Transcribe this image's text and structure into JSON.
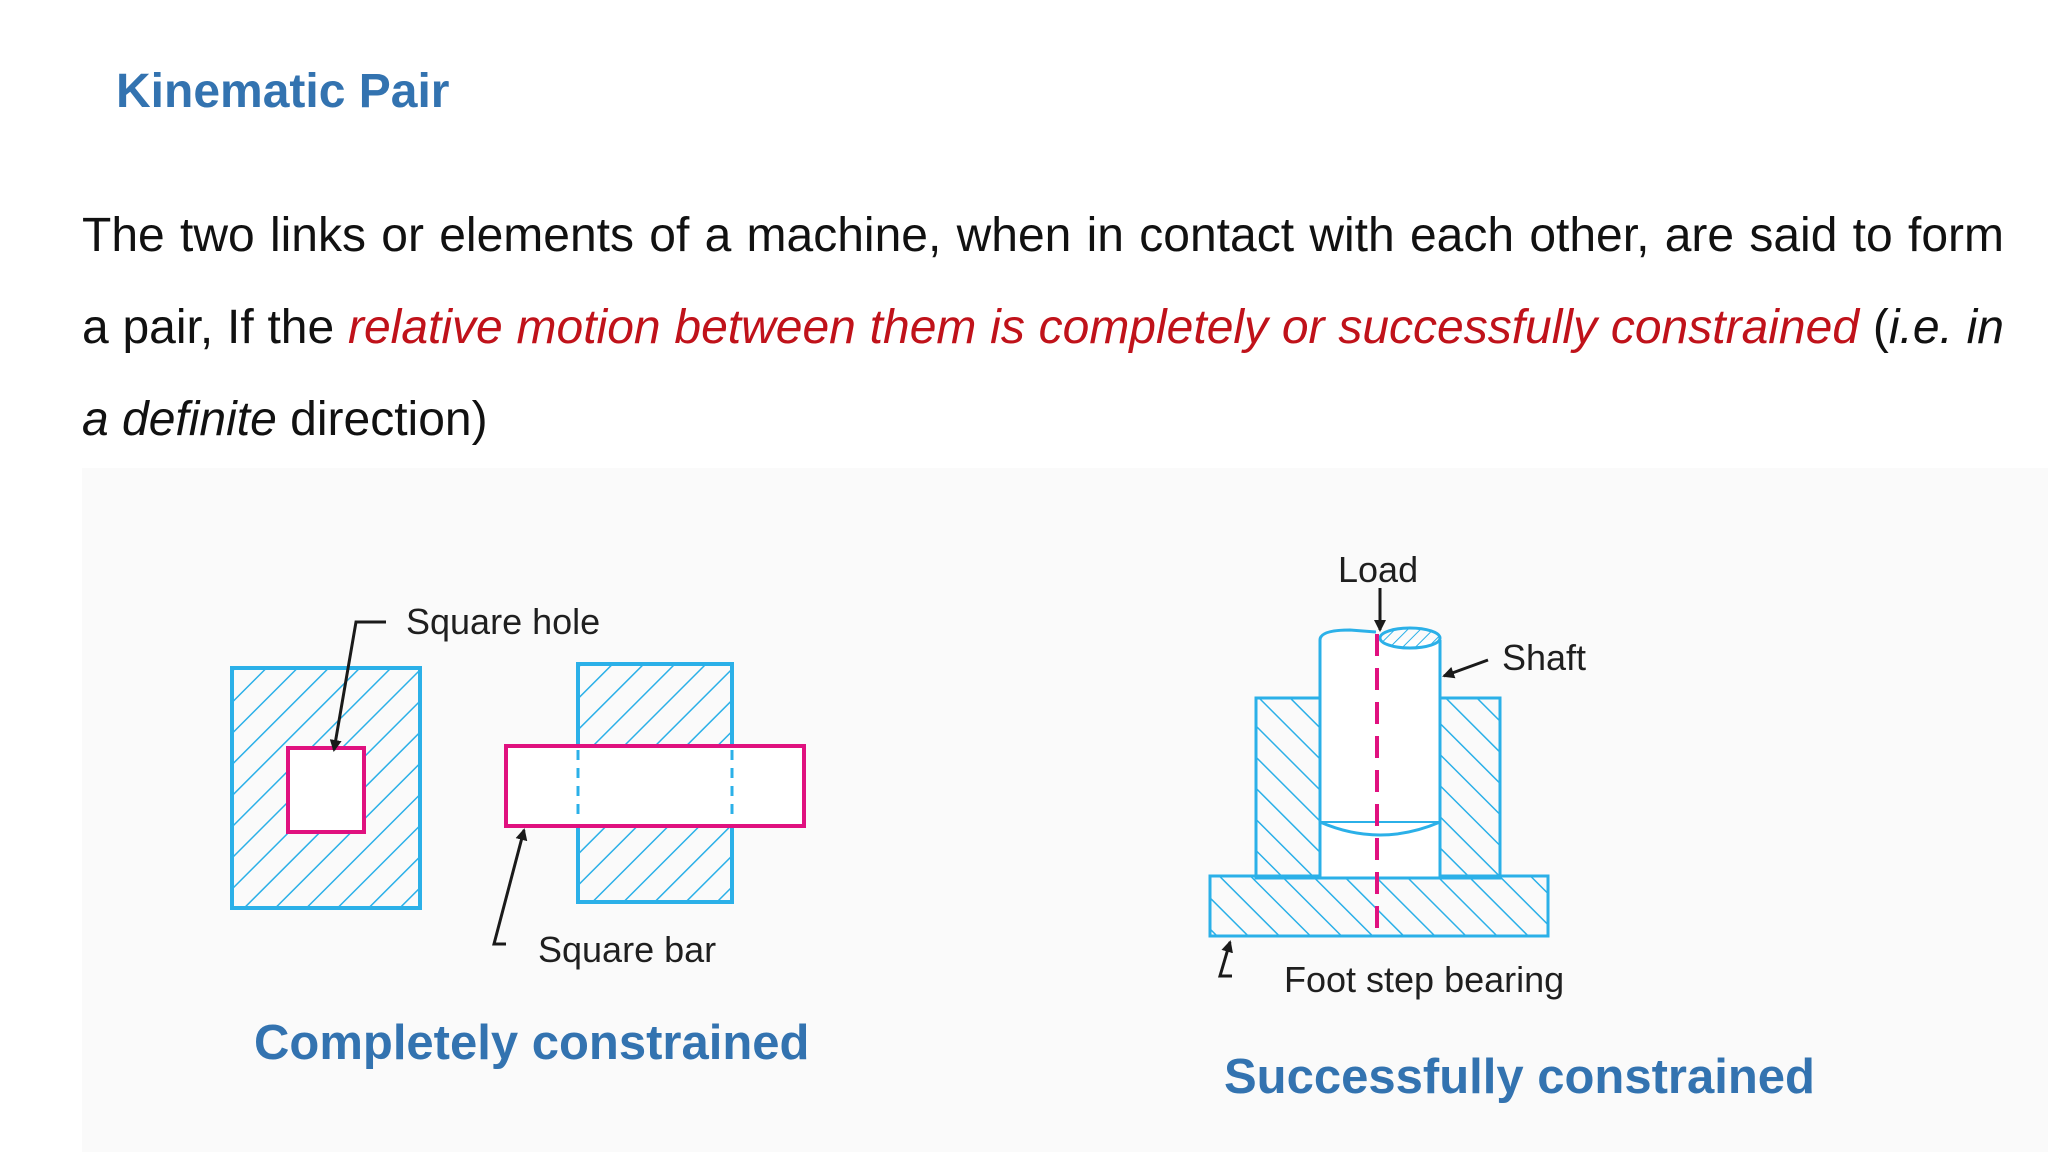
{
  "slide": {
    "title": "Kinematic Pair",
    "paragraph": {
      "text_1": "The two links or elements of a machine, when in contact with each other, are said to form a pair, If the ",
      "red_1": "relative motion between them is completely or successfully constrained",
      "text_2": " (",
      "italic_1": "i.e. in a definite",
      "text_3": " direction)"
    }
  },
  "left_figure": {
    "label_square_hole": "Square hole",
    "label_square_bar": "Square bar",
    "caption": "Completely constrained"
  },
  "right_figure": {
    "label_load": "Load",
    "label_shaft": "Shaft",
    "label_foot_step_bearing": "Foot step bearing",
    "caption": "Successfully constrained"
  },
  "colors": {
    "heading": "#3373b0",
    "emphasis": "#c0121a",
    "hatch": "#2bb0e8",
    "bar_outline": "#e0117f",
    "text": "#111111"
  }
}
